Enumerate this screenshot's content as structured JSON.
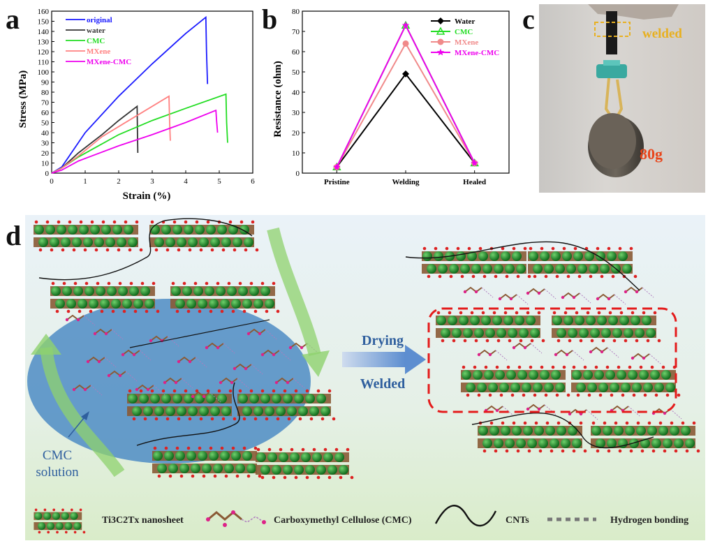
{
  "panel_labels": {
    "a": "a",
    "b": "b",
    "c": "c",
    "d": "d"
  },
  "chart_data": [
    {
      "type": "line",
      "xlabel": "Strain (%)",
      "ylabel": "Stress (MPa)",
      "xlim": [
        0,
        6
      ],
      "ylim": [
        0,
        160
      ],
      "xticks": [
        "0",
        "1",
        "2",
        "3",
        "4",
        "5",
        "6"
      ],
      "yticks": [
        "0",
        "10",
        "20",
        "30",
        "40",
        "50",
        "60",
        "70",
        "80",
        "90",
        "100",
        "110",
        "120",
        "130",
        "140",
        "150",
        "160"
      ],
      "legend_position": "top-left",
      "series": [
        {
          "name": "original",
          "color": "#1a1aff",
          "x": [
            0,
            0.3,
            1,
            2,
            3,
            4,
            4.6,
            4.62,
            4.65
          ],
          "y": [
            0,
            6,
            40,
            76,
            108,
            138,
            154,
            120,
            88
          ]
        },
        {
          "name": "water",
          "color": "#333333",
          "x": [
            0,
            0.3,
            0.8,
            1.5,
            2,
            2.55,
            2.56,
            2.57
          ],
          "y": [
            0,
            5,
            20,
            38,
            52,
            66,
            40,
            20
          ]
        },
        {
          "name": "CMC",
          "color": "#22dd22",
          "x": [
            0,
            0.3,
            0.8,
            2,
            3,
            4,
            5.2,
            5.22,
            5.25
          ],
          "y": [
            0,
            5,
            16,
            38,
            52,
            64,
            78,
            50,
            30
          ]
        },
        {
          "name": "MXene",
          "color": "#ff8080",
          "x": [
            0,
            0.3,
            0.8,
            1.5,
            2.5,
            3.5,
            3.52,
            3.54
          ],
          "y": [
            0,
            5,
            17,
            36,
            56,
            76,
            50,
            32
          ]
        },
        {
          "name": "MXene-CMC",
          "color": "#ee00ee",
          "x": [
            0,
            0.3,
            0.8,
            2,
            3,
            4,
            4.9,
            4.92,
            4.95
          ],
          "y": [
            0,
            3,
            12,
            27,
            38,
            50,
            62,
            52,
            40
          ]
        }
      ]
    },
    {
      "type": "line",
      "xlabel": "",
      "ylabel": "Resistance (ohm)",
      "categories": [
        "Pristine",
        "Welding",
        "Healed"
      ],
      "ylim": [
        0,
        80
      ],
      "yticks": [
        "0",
        "10",
        "20",
        "30",
        "40",
        "50",
        "60",
        "70",
        "80"
      ],
      "legend_position": "top-right",
      "series": [
        {
          "name": "Water",
          "color": "#000000",
          "marker": "diamond",
          "values": [
            3,
            49,
            5
          ]
        },
        {
          "name": "CMC",
          "color": "#22dd22",
          "marker": "triangle",
          "values": [
            3,
            73,
            5
          ]
        },
        {
          "name": "MXene",
          "color": "#f08a8a",
          "marker": "circle",
          "values": [
            3,
            64,
            5
          ]
        },
        {
          "name": "MXene-CMC",
          "color": "#ee00ee",
          "marker": "star",
          "values": [
            3,
            73,
            5
          ]
        }
      ]
    }
  ],
  "photo": {
    "welded_label": "welded",
    "weight_label": "80g"
  },
  "diagram": {
    "arrow_label_top": "Drying",
    "arrow_label_bottom": "Welded",
    "solution_label_line1": "CMC",
    "solution_label_line2": "solution",
    "legend": {
      "nanosheet": "Ti3C2Tx nanosheet",
      "cmc": "Carboxymethyl Cellulose (CMC)",
      "cnts": "CNTs",
      "hbond": "Hydrogen bonding"
    },
    "colors": {
      "sphere": "#1f8a2e",
      "rod": "#8a5a35",
      "oxygen": "#dd2222",
      "blob": "#4d8cc4",
      "green_arrow": "#8fd26e",
      "dashed_box": "#e41b1b",
      "label_blue": "#2f5f9e"
    }
  }
}
